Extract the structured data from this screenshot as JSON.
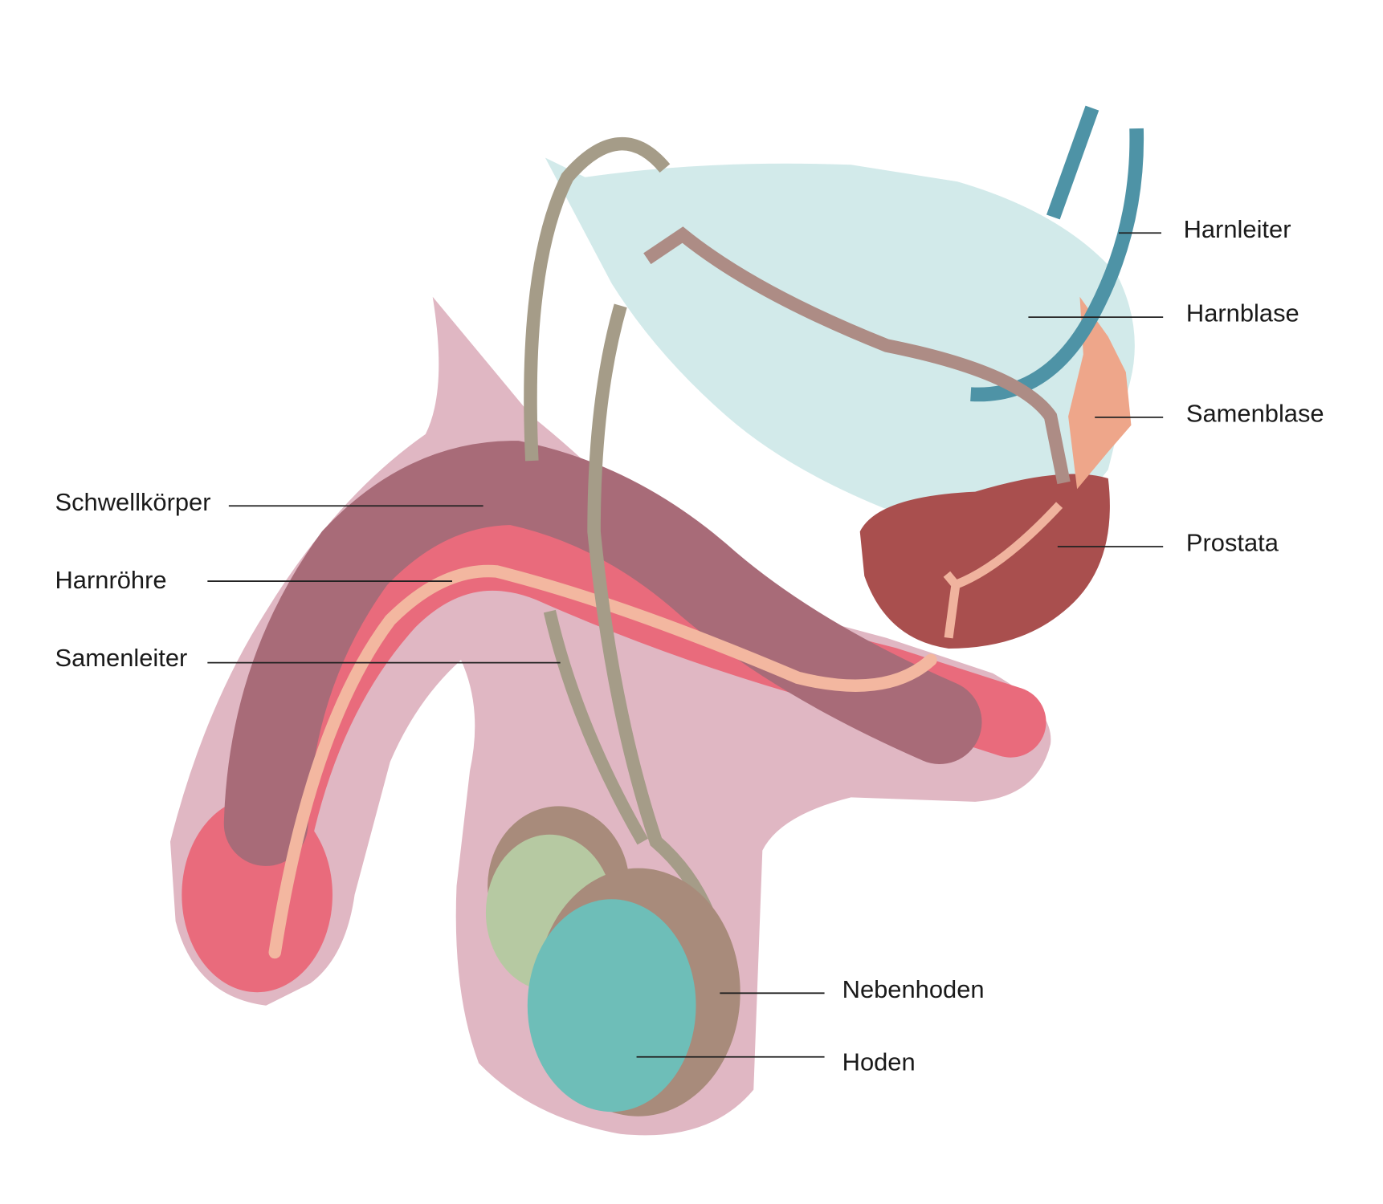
{
  "labels": {
    "harnleiter": "Harnleiter",
    "harnblase": "Harnblase",
    "samenblase": "Samenblase",
    "prostata": "Prostata",
    "schwellkoerper": "Schwellkörper",
    "harnroehre": "Harnröhre",
    "samenleiter": "Samenleiter",
    "nebenhoden": "Nebenhoden",
    "hoden": "Hoden"
  },
  "colors": {
    "skin": "#e0b7c3",
    "corpus": "#a86b78",
    "spongiosum": "#e96b7c",
    "urethra": "#f3b7a0",
    "bladder": "#d2eaea",
    "prostate": "#a94f4e",
    "seminal_vesicle": "#eea68a",
    "ureter": "#4e93a6",
    "vas": "#a59c88",
    "testis": "#6ebeb8",
    "epididymis": "#a88b7b",
    "green": "#b6c9a2"
  }
}
